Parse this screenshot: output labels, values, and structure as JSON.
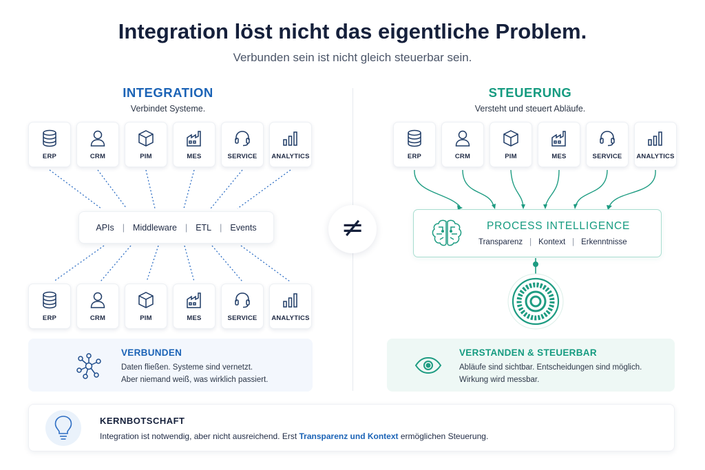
{
  "title": "Integration löst nicht das eigentliche Problem.",
  "subtitle": "Verbunden sein ist nicht gleich steuerbar sein.",
  "colors": {
    "blue": "#1b63b6",
    "teal": "#159b80",
    "dark": "#15203b"
  },
  "left": {
    "title": "INTEGRATION",
    "subtitle": "Verbindet Systeme.",
    "systems": [
      {
        "label": "ERP",
        "icon": "database-icon"
      },
      {
        "label": "CRM",
        "icon": "user-icon"
      },
      {
        "label": "PIM",
        "icon": "box-icon"
      },
      {
        "label": "MES",
        "icon": "factory-icon"
      },
      {
        "label": "SERVICE",
        "icon": "headset-icon"
      },
      {
        "label": "ANALYTICS",
        "icon": "bar-chart-icon"
      }
    ],
    "middleware": [
      "APIs",
      "Middleware",
      "ETL",
      "Events"
    ],
    "box": {
      "title": "VERBUNDEN",
      "line1": "Daten fließen. Systeme sind vernetzt.",
      "line2": "Aber niemand weiß, was wirklich passiert.",
      "icon": "network-icon"
    }
  },
  "separator_symbol": "≠",
  "right": {
    "title": "STEUERUNG",
    "subtitle": "Versteht und steuert Abläufe.",
    "systems": [
      {
        "label": "ERP",
        "icon": "database-icon"
      },
      {
        "label": "CRM",
        "icon": "user-icon"
      },
      {
        "label": "PIM",
        "icon": "box-icon"
      },
      {
        "label": "MES",
        "icon": "factory-icon"
      },
      {
        "label": "SERVICE",
        "icon": "headset-icon"
      },
      {
        "label": "ANALYTICS",
        "icon": "bar-chart-icon"
      }
    ],
    "process": {
      "title": "PROCESS INTELLIGENCE",
      "items": [
        "Transparenz",
        "Kontext",
        "Erkenntnisse"
      ],
      "icon": "brain-icon"
    },
    "box": {
      "title": "VERSTANDEN & STEUERBAR",
      "line1": "Abläufe sind sichtbar. Entscheidungen sind möglich.",
      "line2": "Wirkung wird messbar.",
      "icon": "eye-icon"
    }
  },
  "kern": {
    "title": "KERNBOTSCHAFT",
    "text_before": "Integration ist notwendig, aber nicht ausreichend. Erst ",
    "highlight": "Transparenz und Kontext",
    "text_after": " ermöglichen Steuerung.",
    "icon": "lightbulb-icon"
  }
}
